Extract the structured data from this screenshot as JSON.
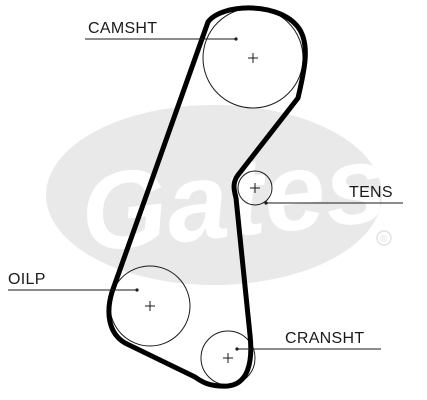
{
  "labels": {
    "camshaft": "CAMSHT",
    "tensioner": "TENS",
    "oil_pump": "OILP",
    "crankshaft": "CRANSHT"
  },
  "watermark": {
    "brand": "Gates",
    "registered_mark": "®"
  },
  "colors": {
    "belt": "#000000",
    "lines": "#1a1a1a",
    "watermark": "#e9e9e9"
  }
}
